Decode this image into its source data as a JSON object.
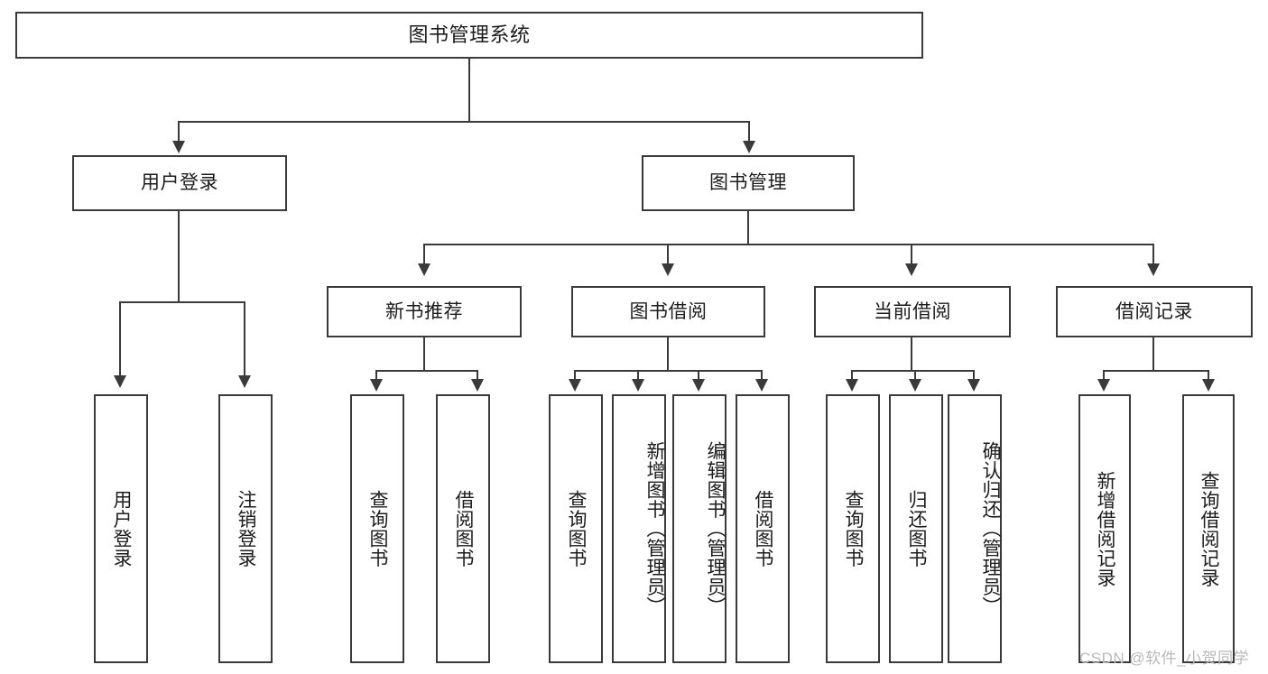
{
  "diagram": {
    "title": "图书管理系统",
    "type": "hierarchy-tree",
    "root": {
      "label": "图书管理系统",
      "children": [
        {
          "label": "用户登录",
          "children": [
            {
              "label": "用户登录"
            },
            {
              "label": "注销登录"
            }
          ]
        },
        {
          "label": "图书管理",
          "children": [
            {
              "label": "新书推荐",
              "children": [
                {
                  "label": "查询图书"
                },
                {
                  "label": "借阅图书"
                }
              ]
            },
            {
              "label": "图书借阅",
              "children": [
                {
                  "label": "查询图书"
                },
                {
                  "label": "新增图书（管理员）"
                },
                {
                  "label": "编辑图书（管理员）"
                },
                {
                  "label": "借阅图书"
                }
              ]
            },
            {
              "label": "当前借阅",
              "children": [
                {
                  "label": "查询图书"
                },
                {
                  "label": "归还图书"
                },
                {
                  "label": "确认归还（管理员）"
                }
              ]
            },
            {
              "label": "借阅记录",
              "children": [
                {
                  "label": "新增借阅记录"
                },
                {
                  "label": "查询借阅记录"
                }
              ]
            }
          ]
        }
      ]
    },
    "nodes": {
      "root": "图书管理系统",
      "user_login": "用户登录",
      "book_manage": "图书管理",
      "new_book_rec": "新书推荐",
      "book_borrow": "图书借阅",
      "current_borrow": "当前借阅",
      "borrow_record": "借阅记录",
      "leaf_user_login": "用户登录",
      "leaf_logout": "注销登录",
      "leaf_query_book_1": "查询图书",
      "leaf_borrow_book_1": "借阅图书",
      "leaf_query_book_2": "查询图书",
      "leaf_add_book": "新增图书（管理员）",
      "leaf_edit_book": "编辑图书（管理员）",
      "leaf_borrow_book_2": "借阅图书",
      "leaf_query_book_3": "查询图书",
      "leaf_return_book": "归还图书",
      "leaf_confirm_return": "确认归还（管理员）",
      "leaf_add_record": "新增借阅记录",
      "leaf_query_record": "查询借阅记录"
    },
    "colors": {
      "border": "#3a3a3a",
      "background": "#ffffff",
      "text": "#1c1c1c",
      "watermark": "#b9b9b9"
    },
    "watermark": "CSDN @软件_小贺同学"
  }
}
